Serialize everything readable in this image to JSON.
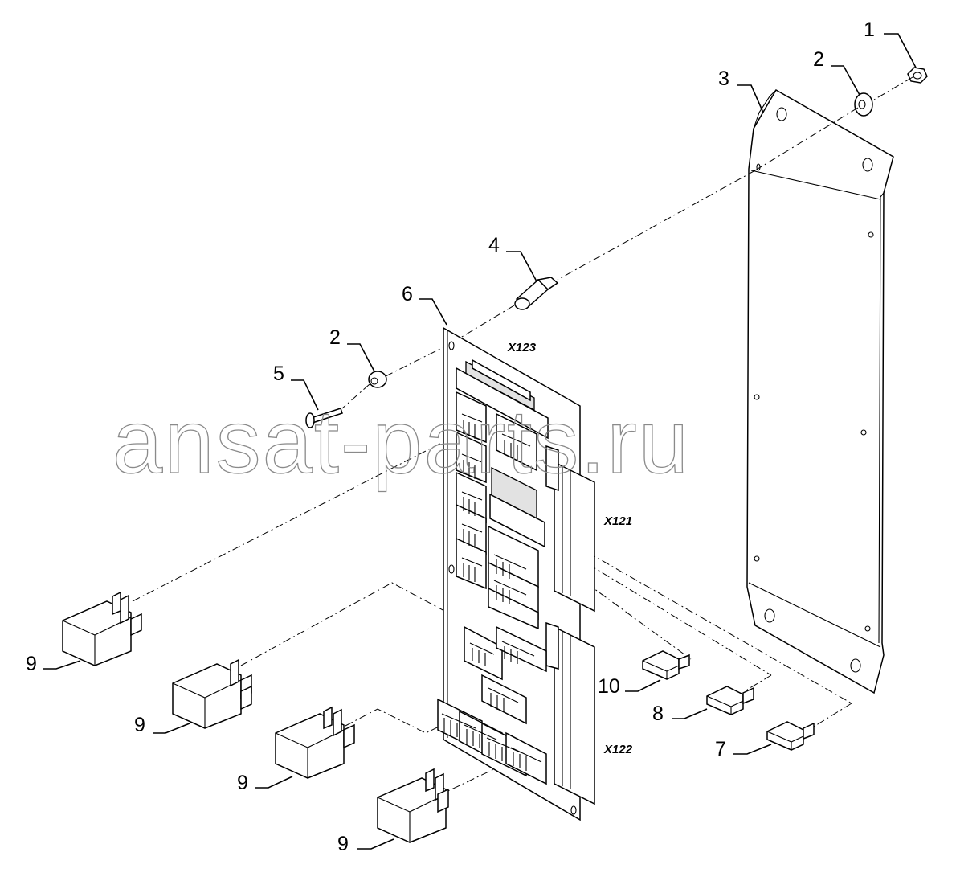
{
  "watermark": "ansat-parts.ru",
  "connectors": {
    "x123": "X123",
    "x121": "X121",
    "x122": "X122"
  },
  "callouts": {
    "c1": "1",
    "c2a": "2",
    "c2b": "2",
    "c3": "3",
    "c4": "4",
    "c5": "5",
    "c6": "6",
    "c7": "7",
    "c8": "8",
    "c9a": "9",
    "c9b": "9",
    "c9c": "9",
    "c9d": "9",
    "c10": "10"
  }
}
